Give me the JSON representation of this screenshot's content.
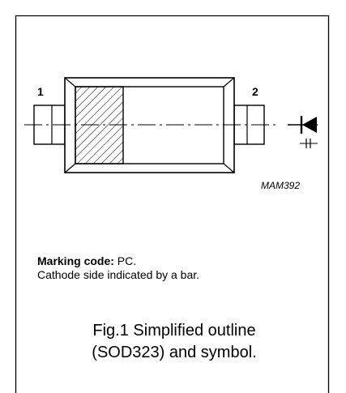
{
  "outline": {
    "pin_1_label": "1",
    "pin_2_label": "2",
    "drawing_code": "MAM392"
  },
  "marking": {
    "code_label": "Marking code:",
    "code_value": " PC.",
    "cathode_note": "Cathode side indicated by a bar."
  },
  "caption": {
    "line1": "Fig.1  Simplified outline",
    "line2": "(SOD323) and symbol."
  }
}
